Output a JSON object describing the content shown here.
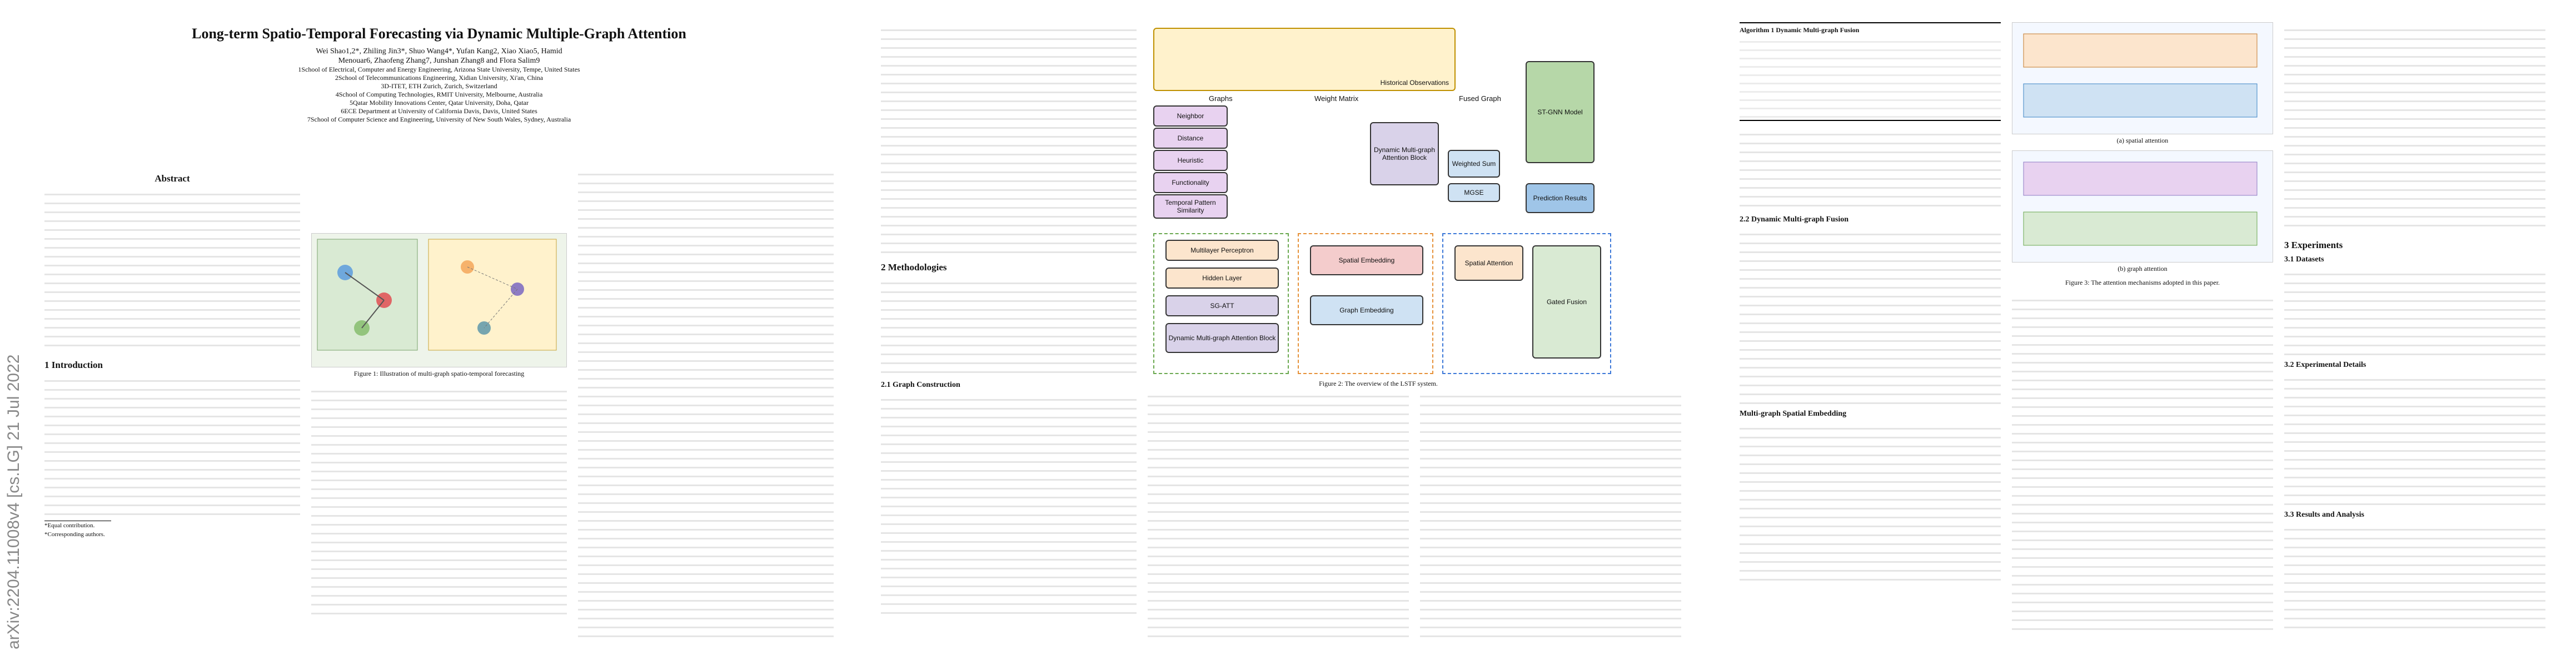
{
  "arxiv_id": "arXiv:2204.11008v4 [cs.LG] 21 Jul 2022",
  "page1": {
    "title": "Long-term Spatio-Temporal Forecasting via Dynamic Multiple-Graph Attention",
    "authors_l1": "Wei Shao1,2*, Zhiling Jin3*, Shuo Wang4*, Yufan Kang2, Xiao Xiao5, Hamid",
    "authors_l2": "Menouar6, Zhaofeng Zhang7, Junshan Zhang8 and Flora Salim9",
    "aff1": "1School of Electrical, Computer and Energy Engineering, Arizona State University, Tempe, United States",
    "aff2": "2School of Telecommunications Engineering, Xidian University, Xi'an, China",
    "aff3": "3D-ITET, ETH Zurich, Zurich, Switzerland",
    "aff4": "4School of Computing Technologies, RMIT University, Melbourne, Australia",
    "aff5": "5Qatar Mobility Innovations Center, Qatar University, Doha, Qatar",
    "aff6": "6ECE Department at University of California Davis, Davis, United States",
    "aff7": "7School of Computer Science and Engineering, University of New South Wales, Sydney, Australia",
    "abstract_head": "Abstract",
    "fig1_caption": "Figure 1: Illustration of multi-graph spatio-temporal forecasting",
    "intro_head": "1   Introduction",
    "footnote1": "*Equal contribution.",
    "footnote2": "*Corresponding authors."
  },
  "page2": {
    "fig2_caption": "Figure 2: The overview of the LSTF system.",
    "methods_head": "2   Methodologies",
    "graph_cons": "2.1   Graph Construction",
    "fig_labels": {
      "hist": "Historical Observations",
      "graphs": "Graphs",
      "weight_matrix": "Weight Matrix",
      "fused": "Fused Graph",
      "stgnn": "ST-GNN Model",
      "output": "Prediction Results",
      "dmga": "Dynamic Multi-graph Attention Block",
      "wsum": "Weighted Sum",
      "mgse": "MGSE",
      "mlp": "Multilayer Perceptron",
      "hidden": "Hidden Layer",
      "sgatt": "SG-ATT",
      "dmga2": "Dynamic Multi-graph Attention Block",
      "spatial_emb": "Spatial Embedding",
      "graph_emb": "Graph Embedding",
      "spatial_att": "Spatial Attention",
      "gated": "Gated Fusion",
      "neighbor": "Neighbor",
      "distance": "Distance",
      "heuristic": "Heuristic",
      "functionality": "Functionality",
      "temporal": "Temporal Pattern Similarity"
    }
  },
  "page3": {
    "alg_title": "Algorithm 1 Dynamic Multi-graph Fusion",
    "fig3a": "(a) spatial attention",
    "fig3b": "(b) graph attention",
    "fig3_caption": "Figure 3: The attention mechanisms adopted in this paper.",
    "sec22": "2.2   Dynamic Multi-graph Fusion",
    "sec_mgse": "Multi-graph Spatial Embedding",
    "exp_head": "3   Experiments",
    "sec31": "3.1   Datasets",
    "sec32": "3.2   Experimental Details",
    "sec33": "3.3   Results and Analysis"
  }
}
